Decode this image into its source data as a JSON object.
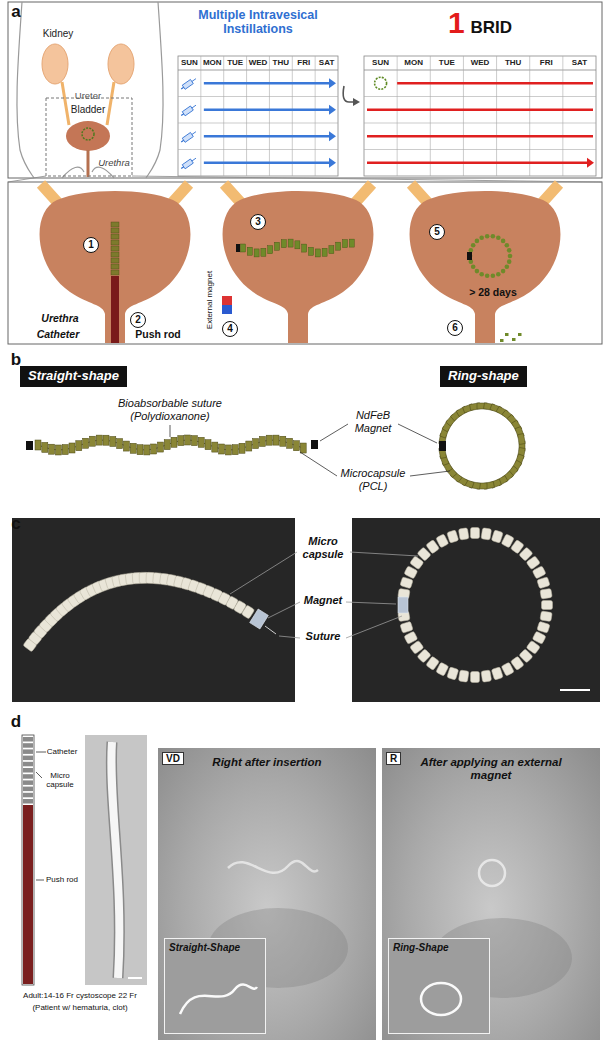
{
  "diagram": {
    "nodes": [
      {
        "text": [
          "Multiple Intravesical Instillations"
        ]
      },
      {
        "text": [
          "1",
          "BRID"
        ]
      },
      {
        "text": [
          "Straight-shape"
        ]
      },
      {
        "text": [
          "Ring-shape"
        ]
      },
      {
        "text": [
          "VD",
          "Right after insertion"
        ]
      },
      {
        "text": [
          "Straight-Shape"
        ],
        "in": 4
      },
      {
        "text": [
          "R",
          "After applying an external magnet"
        ]
      },
      {
        "text": [
          "Ring-Shape"
        ],
        "in": 6
      }
    ],
    "edges": [
      {
        "from": 0,
        "to": 1,
        "arrow": "to"
      }
    ],
    "labels": [
      "a",
      "Kidney",
      "Ureter",
      "Bladder",
      "Urethra",
      "SUN",
      "MON",
      "TUE",
      "WED",
      "THU",
      "FRI",
      "SAT",
      "SUN",
      "MON",
      "TUE",
      "WED",
      "THU",
      "FRI",
      "SAT",
      "1",
      "Urethra",
      "Catheter",
      "2",
      "Push rod",
      "3",
      "External magnet",
      "4",
      "5",
      "> 28 days",
      "6",
      "b",
      "Bioabsorbable suture (Polydioxanone)",
      "NdFeB Magnet",
      "Microcapsule (PCL)",
      "c",
      "Micro capsule",
      "Magnet",
      "Suture",
      "d",
      "Catheter",
      "Micro capsule",
      "Push rod",
      "Adult:14-16 Fr cystoscope 22 Fr",
      "(Patient w/ hematuria, clot)"
    ]
  }
}
